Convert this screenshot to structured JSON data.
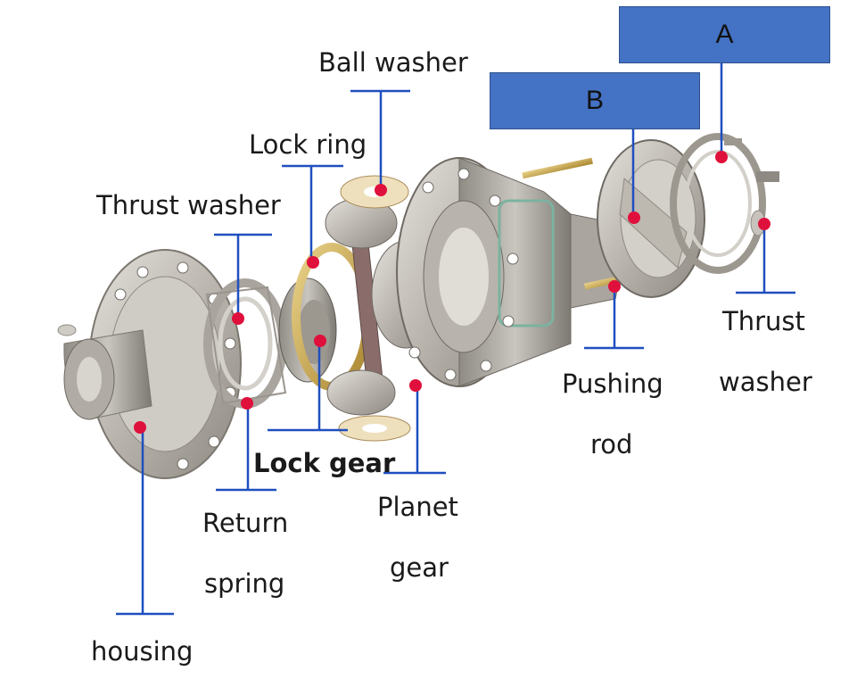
{
  "labels": {
    "ball_washer": "Ball washer",
    "lock_ring": "Lock ring",
    "thrust_washer_left": "Thrust washer",
    "thrust_washer_right_1": "Thrust",
    "thrust_washer_right_2": "washer",
    "pushing_rod_1": "Pushing",
    "pushing_rod_2": "rod",
    "lock_gear": "Lock gear",
    "planet_gear_1": "Planet",
    "planet_gear_2": "gear",
    "return_spring_1": "Return",
    "return_spring_2": "spring",
    "housing": "housing"
  },
  "boxes": {
    "a": "A",
    "b": "B"
  },
  "colors": {
    "leader": "#1f4fbf",
    "dot": "#e0103c",
    "box": "#4472c4",
    "metal": "#bdb8b0",
    "brass": "#c8a24a"
  }
}
